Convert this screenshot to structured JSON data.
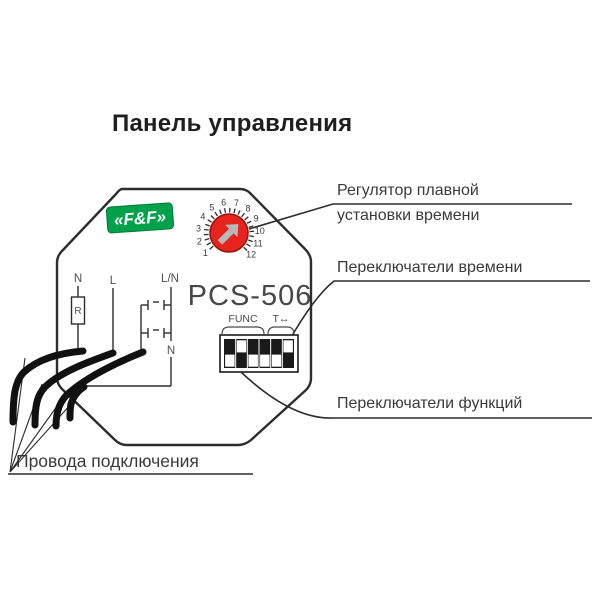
{
  "title": "Панель управления",
  "device": {
    "brand_logo": "«F&F»",
    "model": "PCS-506",
    "dial": {
      "numbers": [
        1,
        2,
        3,
        4,
        5,
        6,
        7,
        8,
        9,
        10,
        11,
        12
      ]
    },
    "dip": {
      "func_label": "FUNC",
      "t_label": "T↔",
      "switches": [
        "down",
        "up",
        "down",
        "down",
        "down",
        "up"
      ]
    },
    "terminals": {
      "n1": "N",
      "l": "L",
      "ln": "L/N",
      "n2": "N",
      "resistor": "R"
    }
  },
  "annotations": {
    "regulator_line1": "Регулятор плавной",
    "regulator_line2": "установки времени",
    "time_switches": "Переключатели времени",
    "func_switches": "Переключатели функций",
    "wires": "Провода подключения"
  },
  "colors": {
    "line": "#2d2d2d",
    "knob_red": "#e6231c",
    "knob_ring": "#971510",
    "arrow_gray": "#b9b9b9",
    "logo_green": "#00A14B",
    "dip_dark": "#1a1a1a"
  }
}
